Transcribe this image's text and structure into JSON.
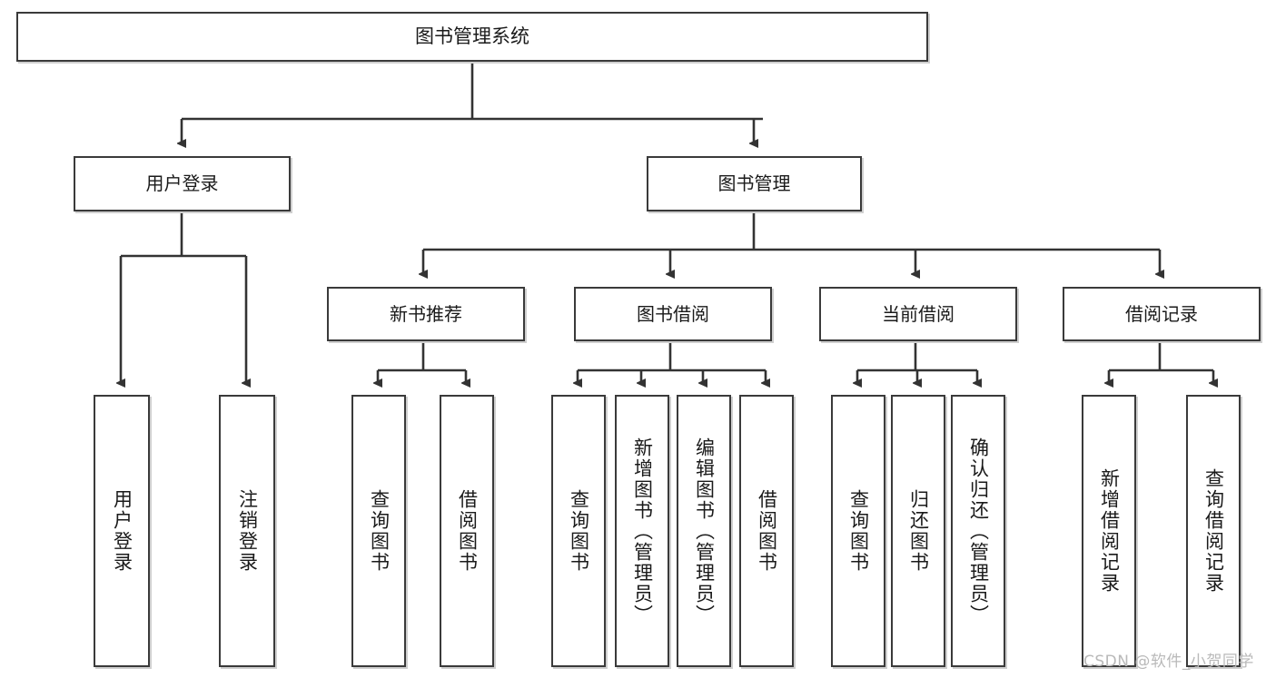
{
  "diagram": {
    "title": "图书管理系统",
    "type": "tree-hierarchy-diagram",
    "colors": {
      "border": "#3a3a3a",
      "shadow": "#cfcfcf",
      "background": "#ffffff",
      "text": "#1a1a1a",
      "connector": "#333333",
      "watermark": "#b9b9b9"
    },
    "root": {
      "label": "图书管理系统"
    },
    "level2": [
      {
        "label": "用户登录"
      },
      {
        "label": "图书管理"
      }
    ],
    "level3": [
      {
        "label": "新书推荐"
      },
      {
        "label": "图书借阅"
      },
      {
        "label": "当前借阅"
      },
      {
        "label": "借阅记录"
      }
    ],
    "leaves": {
      "user_login": [
        {
          "label": "用户登录"
        },
        {
          "label": "注销登录"
        }
      ],
      "new_book_recommend": [
        {
          "label": "查询图书"
        },
        {
          "label": "借阅图书"
        }
      ],
      "book_borrow": [
        {
          "label": "查询图书"
        },
        {
          "label": "新增图书（管理员）"
        },
        {
          "label": "编辑图书（管理员）"
        },
        {
          "label": "借阅图书"
        }
      ],
      "current_borrow": [
        {
          "label": "查询图书"
        },
        {
          "label": "归还图书"
        },
        {
          "label": "确认归还（管理员）"
        }
      ],
      "borrow_record": [
        {
          "label": "新增借阅记录"
        },
        {
          "label": "查询借阅记录"
        }
      ]
    },
    "watermark": "CSDN @软件_小贺同学"
  }
}
